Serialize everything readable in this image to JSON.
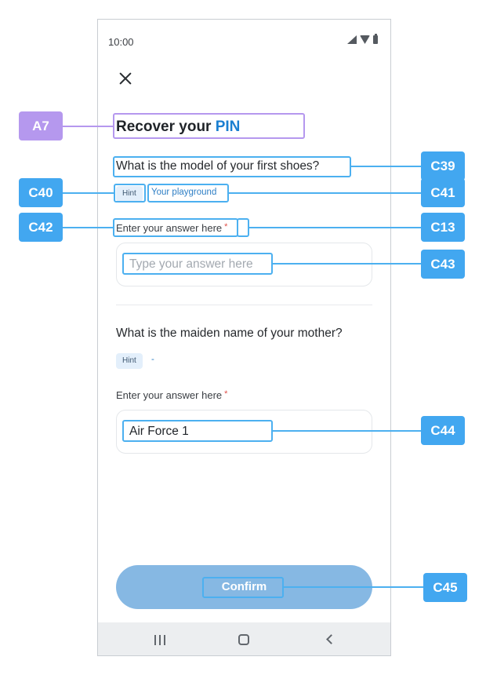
{
  "status_bar": {
    "time": "10:00"
  },
  "screen": {
    "title_prefix": "Recover your",
    "title_accent": "PIN",
    "questions": [
      {
        "question": "What is the model of your first shoes?",
        "hint_label": "Hint",
        "hint_text": "Your playground",
        "field_label": "Enter your answer here",
        "required_mark": "*",
        "placeholder": "Type your answer here",
        "value": ""
      },
      {
        "question": "What is the maiden name of your mother?",
        "hint_label": "Hint",
        "hint_text": "-",
        "field_label": "Enter your answer here",
        "required_mark": "*",
        "placeholder": "",
        "value": "Air Force 1"
      }
    ],
    "confirm_label": "Confirm"
  },
  "annotations": {
    "title": "A7",
    "question1": "C39",
    "hint_badge": "C40",
    "hint_text": "C41",
    "field_label": "C42",
    "required_mark": "C13",
    "placeholder": "C43",
    "value": "C44",
    "confirm": "C45"
  },
  "colors": {
    "accent": "#1a7fd1",
    "annotation_blue": "#42a7f0",
    "annotation_purple": "#b598ee",
    "button_fill": "#86b8e3",
    "required": "#e0504a"
  }
}
